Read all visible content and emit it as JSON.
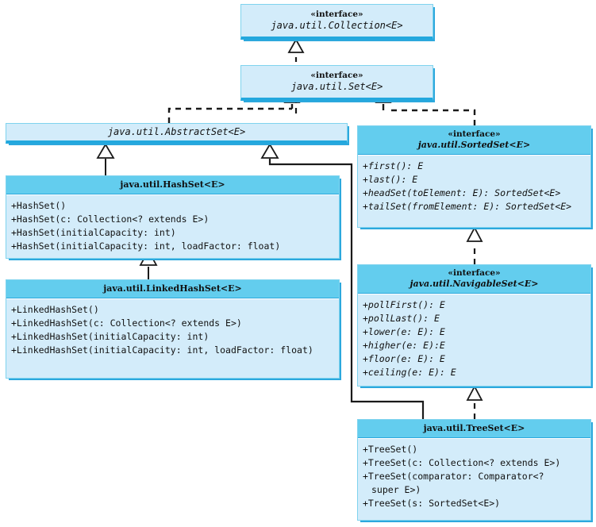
{
  "diagram": {
    "title": "Java Set hierarchy UML class diagram",
    "colors": {
      "header_fill": "#63cdee",
      "body_fill": "#d3ecfa",
      "edge_blue": "#2ca8dd",
      "line": "#1a1a1a"
    },
    "stereotype": "«interface»"
  },
  "nodes": {
    "collection": {
      "stereotype": "«interface»",
      "name": "java.util.Collection<E>"
    },
    "set": {
      "stereotype": "«interface»",
      "name": "java.util.Set<E>"
    },
    "abstractset": {
      "name": "java.util.AbstractSet<E>"
    },
    "hashset": {
      "name": "java.util.HashSet<E>",
      "members": [
        "+HashSet()",
        "+HashSet(c: Collection<? extends E>)",
        "+HashSet(initialCapacity: int)",
        "+HashSet(initialCapacity: int, loadFactor: float)"
      ]
    },
    "linkedhashset": {
      "name": "java.util.LinkedHashSet<E>",
      "members": [
        "+LinkedHashSet()",
        "+LinkedHashSet(c: Collection<? extends E>)",
        "+LinkedHashSet(initialCapacity: int)",
        "+LinkedHashSet(initialCapacity: int, loadFactor: float)"
      ]
    },
    "sortedset": {
      "stereotype": "«interface»",
      "name": "java.util.SortedSet<E>",
      "members": [
        "+first(): E",
        "+last(): E",
        "+headSet(toElement: E): SortedSet<E>",
        "+tailSet(fromElement: E): SortedSet<E>"
      ]
    },
    "navigableset": {
      "stereotype": "«interface»",
      "name": "java.util.NavigableSet<E>",
      "members": [
        "+pollFirst(): E",
        "+pollLast(): E",
        "+lower(e: E): E",
        "+higher(e: E):E",
        "+floor(e: E): E",
        "+ceiling(e: E): E"
      ]
    },
    "treeset": {
      "name": "java.util.TreeSet<E>",
      "members": [
        "+TreeSet()",
        "+TreeSet(c: Collection<? extends E>)",
        "+TreeSet(comparator: Comparator<?",
        "super E>)",
        "+TreeSet(s: SortedSet<E>)"
      ]
    }
  },
  "relations": [
    {
      "from": "set",
      "to": "collection",
      "kind": "realization"
    },
    {
      "from": "abstractset",
      "to": "set",
      "kind": "realization"
    },
    {
      "from": "sortedset",
      "to": "set",
      "kind": "realization"
    },
    {
      "from": "hashset",
      "to": "abstractset",
      "kind": "generalization"
    },
    {
      "from": "treeset",
      "to": "abstractset",
      "kind": "generalization"
    },
    {
      "from": "linkedhashset",
      "to": "hashset",
      "kind": "generalization"
    },
    {
      "from": "navigableset",
      "to": "sortedset",
      "kind": "realization"
    },
    {
      "from": "treeset",
      "to": "navigableset",
      "kind": "realization"
    }
  ]
}
